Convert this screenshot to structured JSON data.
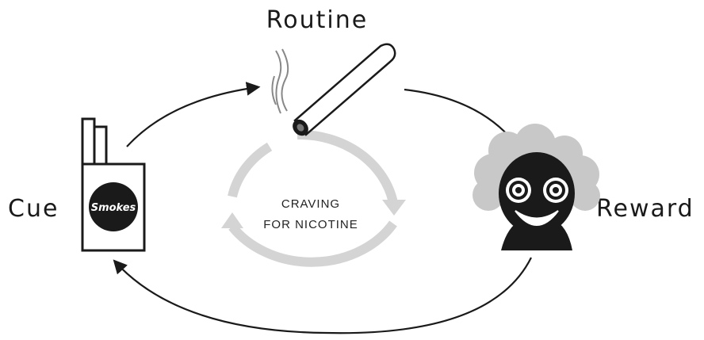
{
  "stages": {
    "routine": "Routine",
    "cue": "Cue",
    "reward": "Reward"
  },
  "center": {
    "line1": "CRAVING",
    "line2": "FOR NICOTINE"
  },
  "pack": {
    "brand": "Smokes"
  },
  "colors": {
    "ink": "#1a1a1a",
    "cycle_ring": "#d4d4d4",
    "cloud": "#c8c8c8"
  }
}
